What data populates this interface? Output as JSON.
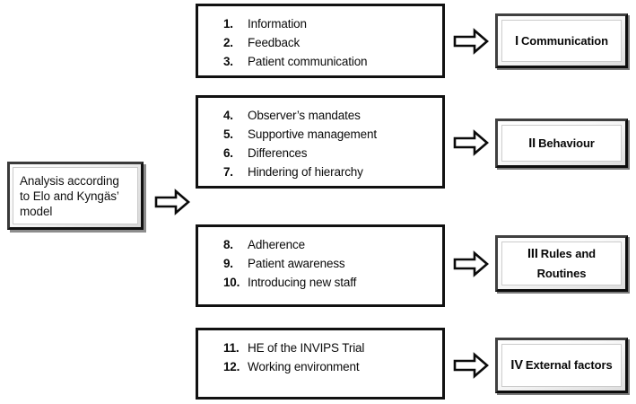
{
  "diagram": {
    "title": "Analysis according to Elo and Kyngäs' model",
    "source": {
      "label": "Analysis according to Elo and Kyngäs’ model",
      "name": "source-node"
    },
    "arrow_glyph": "⇨",
    "categories": [
      {
        "group": "communication",
        "items": [
          {
            "number": "1.",
            "label": "Information"
          },
          {
            "number": "2.",
            "label": "Feedback"
          },
          {
            "number": "3.",
            "label": "Patient communication"
          }
        ]
      },
      {
        "group": "behaviour",
        "items": [
          {
            "number": "4.",
            "label": "Observer’s mandates"
          },
          {
            "number": "5.",
            "label": "Supportive management"
          },
          {
            "number": "6.",
            "label": "Differences"
          },
          {
            "number": "7.",
            "label": "Hindering of hierarchy"
          }
        ]
      },
      {
        "group": "rules-and-routines",
        "items": [
          {
            "number": "8.",
            "label": "Adherence"
          },
          {
            "number": "9.",
            "label": "Patient awareness"
          },
          {
            "number": "10.",
            "label": "Introducing new staff"
          }
        ]
      },
      {
        "group": "external-factors",
        "items": [
          {
            "number": "11.",
            "label": "HE of the INVIPS Trial"
          },
          {
            "number": "12.",
            "label": "Working environment"
          }
        ]
      }
    ],
    "themes": [
      {
        "roman": "I",
        "label": "Communication",
        "name": "theme-communication"
      },
      {
        "roman": "II",
        "label": "Behaviour",
        "name": "theme-behaviour"
      },
      {
        "roman": "III",
        "label": "Rules and Routines",
        "name": "theme-rules-and-routines"
      },
      {
        "roman": "IV",
        "label": "External factors",
        "name": "theme-external-factors"
      }
    ],
    "colors": {
      "outline": "#111111",
      "background": "#ffffff",
      "bevel_light": "#ffffff",
      "bevel_shadow": "#8d8d8d",
      "text": "#000000"
    }
  }
}
